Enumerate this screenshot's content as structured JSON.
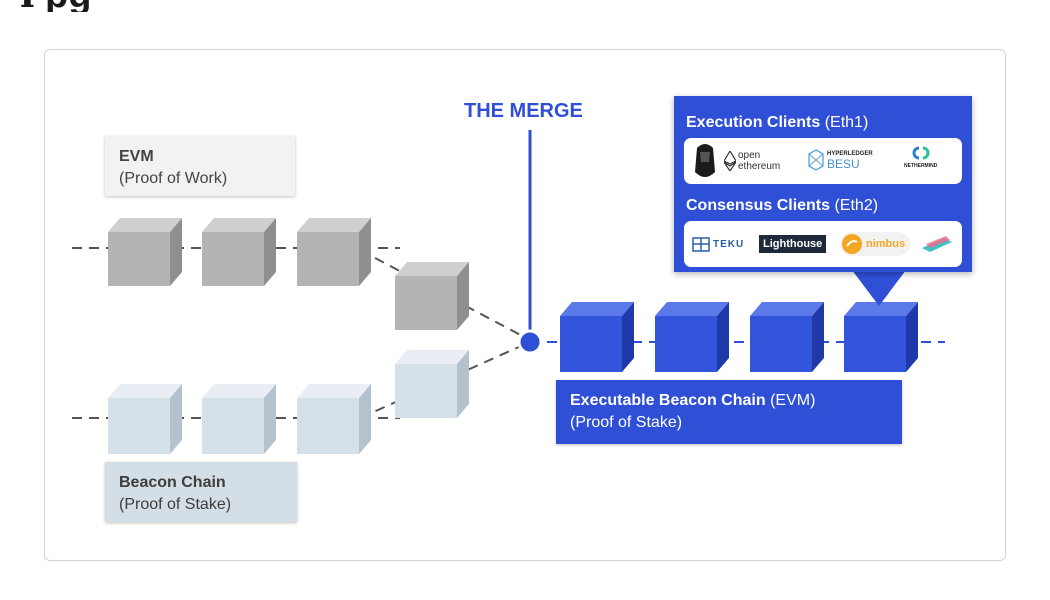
{
  "diagram": {
    "merge_label": "THE MERGE",
    "evm_box": {
      "title": "EVM",
      "subtitle": "(Proof of Work)"
    },
    "beacon_box": {
      "title": "Beacon Chain",
      "subtitle": "(Proof of Stake)"
    },
    "executable_beacon_box": {
      "title": "Executable Beacon Chain",
      "title_suffix": " (EVM)",
      "subtitle": "(Proof of Stake)"
    },
    "clients_panel": {
      "execution_heading": "Execution Clients",
      "execution_suffix": " (Eth1)",
      "consensus_heading": "Consensus Clients",
      "consensus_suffix": " (Eth2)",
      "execution_logos": [
        {
          "icon": "geth-icon",
          "text": ""
        },
        {
          "icon": "openethereum-icon",
          "line1": "open",
          "line2": "ethereum"
        },
        {
          "icon": "besu-icon",
          "line1": "HYPERLEDGER",
          "line2": "BESU"
        },
        {
          "icon": "nethermind-icon",
          "text": "NETHERMIND"
        }
      ],
      "consensus_logos": [
        {
          "icon": "teku-icon",
          "text": "TEKU"
        },
        {
          "icon": "lighthouse-icon",
          "text": "Lighthouse"
        },
        {
          "icon": "nimbus-icon",
          "text": "nimbus"
        },
        {
          "icon": "prysm-icon",
          "text": ""
        }
      ]
    },
    "colors": {
      "pow_block": "#b4b4b4",
      "pos_block": "#dae4ec",
      "merged_block": "#3355dc",
      "accent": "#2f4fd6"
    },
    "chains": {
      "pow_blocks": 4,
      "beacon_blocks": 4,
      "merged_blocks": 4
    }
  }
}
